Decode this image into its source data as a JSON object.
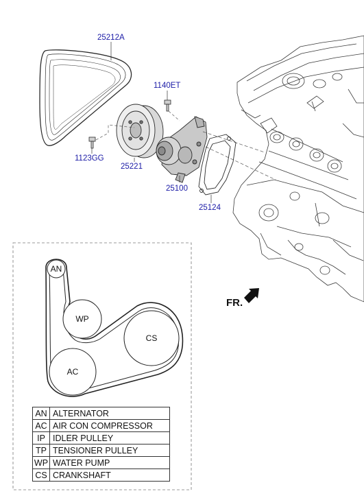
{
  "parts": {
    "belt": "25212A",
    "bolt_pump": "1140ET",
    "bolt_pulley": "1123GG",
    "pulley": "25221",
    "water_pump": "25100",
    "gasket": "25124"
  },
  "direction_label": "FR.",
  "routing": {
    "pulleys": [
      {
        "code": "AN"
      },
      {
        "code": "WP"
      },
      {
        "code": "CS"
      },
      {
        "code": "AC"
      }
    ]
  },
  "legend": [
    {
      "abbr": "AN",
      "name": "ALTERNATOR"
    },
    {
      "abbr": "AC",
      "name": "AIR CON COMPRESSOR"
    },
    {
      "abbr": "IP",
      "name": "IDLER PULLEY"
    },
    {
      "abbr": "TP",
      "name": "TENSIONER PULLEY"
    },
    {
      "abbr": "WP",
      "name": "WATER PUMP"
    },
    {
      "abbr": "CS",
      "name": "CRANKSHAFT"
    }
  ]
}
